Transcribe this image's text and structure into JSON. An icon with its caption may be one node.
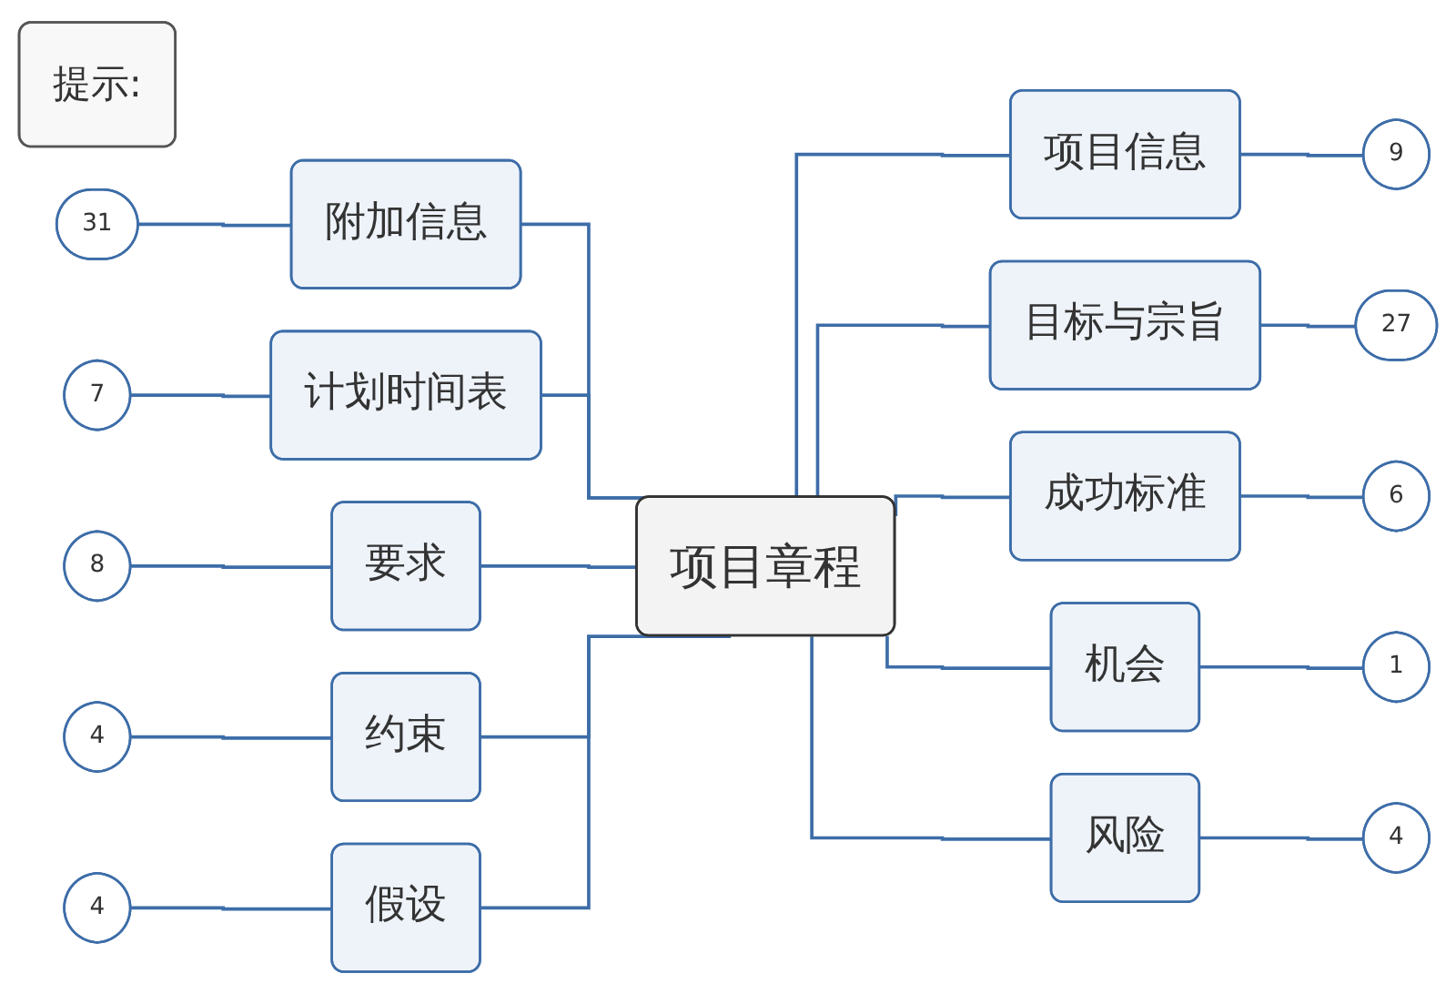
{
  "diagram": {
    "nodes": [
      {
        "text": [
          "提示:"
        ]
      },
      {
        "text": [
          "31"
        ]
      },
      {
        "text": [
          "附加信息"
        ]
      },
      {
        "text": [
          "项目信息"
        ]
      },
      {
        "text": [
          "9"
        ]
      },
      {
        "text": [
          "7"
        ]
      },
      {
        "text": [
          "计划时间表"
        ]
      },
      {
        "text": [
          "目标与宗旨"
        ]
      },
      {
        "text": [
          "27"
        ]
      },
      {
        "text": [
          "8"
        ]
      },
      {
        "text": [
          "要求"
        ]
      },
      {
        "text": [
          "项目章程"
        ]
      },
      {
        "text": [
          "成功标准"
        ]
      },
      {
        "text": [
          "6"
        ]
      },
      {
        "text": [
          "4"
        ]
      },
      {
        "text": [
          "约束"
        ]
      },
      {
        "text": [
          "机会"
        ]
      },
      {
        "text": [
          "1"
        ]
      },
      {
        "text": [
          "4"
        ]
      },
      {
        "text": [
          "假设"
        ]
      },
      {
        "text": [
          "风险"
        ]
      },
      {
        "text": [
          "4"
        ]
      }
    ],
    "edges": [
      {
        "from": 1,
        "to": 2,
        "arrow": "none"
      },
      {
        "from": 2,
        "to": 11,
        "arrow": "none"
      },
      {
        "from": 5,
        "to": 6,
        "arrow": "none"
      },
      {
        "from": 6,
        "to": 11,
        "arrow": "none"
      },
      {
        "from": 9,
        "to": 10,
        "arrow": "none"
      },
      {
        "from": 10,
        "to": 11,
        "arrow": "none"
      },
      {
        "from": 14,
        "to": 15,
        "arrow": "none"
      },
      {
        "from": 15,
        "to": 11,
        "arrow": "none"
      },
      {
        "from": 18,
        "to": 19,
        "arrow": "none"
      },
      {
        "from": 19,
        "to": 11,
        "arrow": "none"
      },
      {
        "from": 11,
        "to": 3,
        "arrow": "none"
      },
      {
        "from": 3,
        "to": 4,
        "arrow": "none"
      },
      {
        "from": 11,
        "to": 7,
        "arrow": "none"
      },
      {
        "from": 7,
        "to": 8,
        "arrow": "none"
      },
      {
        "from": 11,
        "to": 12,
        "arrow": "none"
      },
      {
        "from": 12,
        "to": 13,
        "arrow": "none"
      },
      {
        "from": 11,
        "to": 16,
        "arrow": "none"
      },
      {
        "from": 16,
        "to": 17,
        "arrow": "none"
      },
      {
        "from": 11,
        "to": 20,
        "arrow": "none"
      },
      {
        "from": 20,
        "to": 21,
        "arrow": "none"
      }
    ]
  }
}
